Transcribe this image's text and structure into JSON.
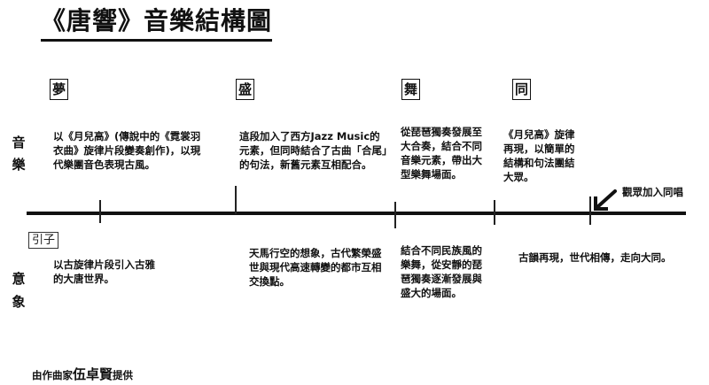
{
  "title": "《唐響》音樂結構圖",
  "sections": [
    {
      "label": "夢",
      "music": "以《月兒高》(傳說中的《霓裳羽衣曲》旋律片段變奏創作)，以現代樂團音色表現古風。",
      "imagery": "以古旋律片段引入古雅的大唐世界。"
    },
    {
      "label": "盛",
      "music": "這段加入了西方Jazz Music的元素，但同時結合了古曲「合尾」的句法，新舊元素互相配合。",
      "imagery": "天馬行空的想象，古代繁榮盛世與現代高速轉變的都市互相交換點。"
    },
    {
      "label": "舞",
      "music": "從琵琶獨奏發展至大合奏，結合不同音樂元素，帶出大型樂舞場面。",
      "imagery": "結合不同民族風的樂舞，從安靜的琵琶獨奏逐漸發展與盛大的場面。"
    },
    {
      "label": "同",
      "music": "《月兒高》旋律再現，以簡單的結構和句法團結大眾。",
      "imagery": "古韻再現，世代相傳，走向大同。"
    }
  ],
  "row_labels": {
    "music": [
      "音",
      "樂"
    ],
    "imagery": [
      "意",
      "象"
    ]
  },
  "intro_label": "引子",
  "audience_note": "觀眾加入同唱",
  "credit": {
    "prefix": "由作曲家",
    "name": "伍卓賢",
    "suffix": "提供"
  }
}
